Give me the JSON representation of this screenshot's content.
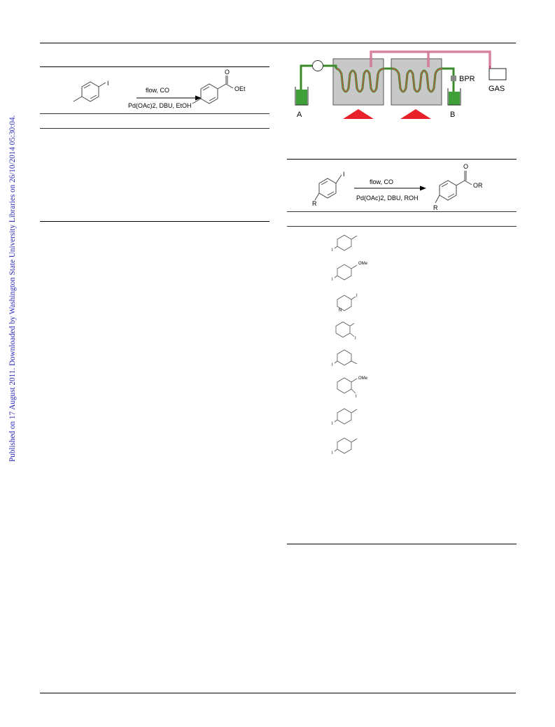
{
  "sidebar": {
    "text": "Published on 17 August 2011. Downloaded by Washington State University Libraries on 26/10/2014 05:30:04."
  },
  "scheme_left": {
    "reagent_top": "flow, CO",
    "reagent_bottom": "Pd(OAc)2, DBU, EtOH",
    "substituent_top": "I",
    "carbonyl_o": "O",
    "ester_group": "OEt"
  },
  "flow_diagram": {
    "label_a": "A",
    "label_b": "B",
    "label_bpr": "BPR",
    "label_gas": "GAS"
  },
  "scheme_right": {
    "reagent_top": "flow, CO",
    "reagent_bottom": "Pd(OAc)2, DBU, ROH",
    "substituent_top": "I",
    "r_left": "R",
    "r_right": "R",
    "carbonyl_o": "O",
    "ester_group": "OR"
  },
  "substrates": [
    {
      "label": "I"
    },
    {
      "label": "I",
      "extra": "OMe"
    },
    {
      "label": "I",
      "extra": "N"
    },
    {
      "label": "I"
    },
    {
      "label": "I"
    },
    {
      "label": "I",
      "extra": "OMe"
    },
    {
      "label": "I"
    },
    {
      "label": "I"
    }
  ]
}
